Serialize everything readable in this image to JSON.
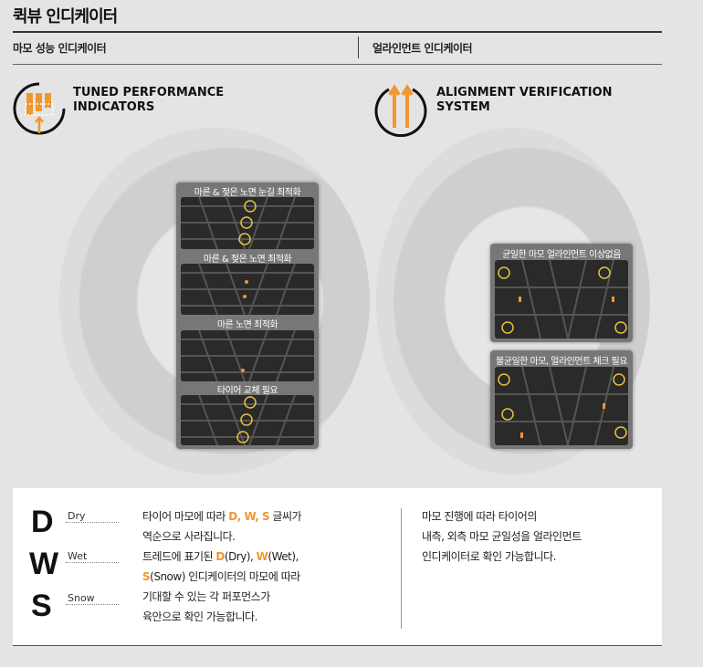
{
  "page_title": "퀵뷰 인디케이터",
  "left_subtitle": "마모 성능 인디케이터",
  "right_subtitle": "얼라인먼트 인디케이터",
  "left_brand": [
    "TUNED PERFORMANCE",
    "INDICATORS"
  ],
  "right_brand": [
    "ALIGNMENT VERIFICATION",
    "SYSTEM"
  ],
  "left_panel_captions": [
    "마른 & 젖은 노면 눈길 최적화",
    "마른 & 젖은 노면 최적화",
    "마른 노면 최적화",
    "타이어 교체 필요"
  ],
  "right_panel_captions": [
    "균일한 마모 얼라인먼트 이상없음",
    "불균일한 마모, 얼라인먼트 체크 필요"
  ],
  "legend": [
    {
      "letter": "D",
      "word": "Dry"
    },
    {
      "letter": "W",
      "word": "Wet"
    },
    {
      "letter": "S",
      "word": "Snow"
    }
  ],
  "left_text": {
    "line1_pre": "타이어 마모에 따라 ",
    "line1_hl": "D, W, S",
    "line1_post": " 글씨가",
    "line2": "역순으로 사라집니다.",
    "line3_pre": "트레드에 표기된 ",
    "line3_d": "D",
    "line3_mid1": "(Dry), ",
    "line3_w": "W",
    "line3_mid2": "(Wet),",
    "line4_s": "S",
    "line4_post": "(Snow) 인디케이터의 마모에 따라",
    "line5": "기대할 수 있는 각 퍼포먼스가",
    "line6": "육안으로 확인 가능합니다."
  },
  "right_text": [
    "마모 진행에 따라 타이어의",
    "내측, 외측 마모 균일성을 얼라인먼트",
    "인디케이터로 확인 가능합니다."
  ],
  "colors": {
    "accent": "#f0972e",
    "panel": "#777777",
    "tread": "#2a2a2a"
  }
}
